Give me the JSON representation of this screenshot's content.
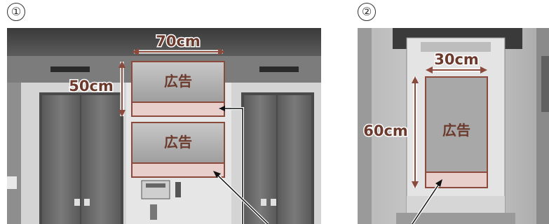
{
  "panels": [
    {
      "label": "①",
      "width_label": "70cm",
      "height_label": "50cm",
      "ad_labels": [
        "広告",
        "広告"
      ]
    },
    {
      "label": "②",
      "width_label": "30cm",
      "height_label": "60cm",
      "ad_label": "広告"
    }
  ],
  "colors": {
    "frame": "#8b4a3c",
    "ad_fill": "#a8a8a8",
    "strip_fill": "#e8cfcc",
    "dimension_text": "#6b3a2c"
  }
}
